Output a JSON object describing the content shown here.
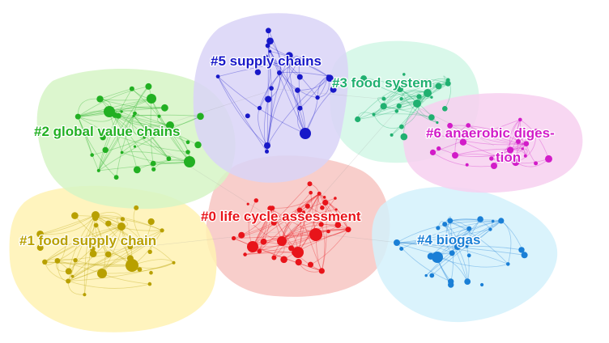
{
  "clusters": [
    {
      "id": "c0",
      "label": "#0 life cycle assessment",
      "color": "#e8141a",
      "fill": "#f7c6c2"
    },
    {
      "id": "c1",
      "label": "#1 food supply chain",
      "color": "#b8a000",
      "fill": "#fff2b3"
    },
    {
      "id": "c2",
      "label": "#2 global value chains",
      "color": "#22b022",
      "fill": "#d6f5c6"
    },
    {
      "id": "c3",
      "label": "#3 food system",
      "color": "#20b070",
      "fill": "#d2f7e6"
    },
    {
      "id": "c4",
      "label": "#4 biogas",
      "color": "#1a7fd6",
      "fill": "#d4f1fb"
    },
    {
      "id": "c5",
      "label": "#5 supply chains",
      "color": "#1818c8",
      "fill": "#d9d4f7"
    },
    {
      "id": "c6",
      "label": "#6 anaerobic diges-",
      "label_line2": "tion",
      "color": "#d21cc8",
      "fill": "#f7d0f0"
    }
  ]
}
